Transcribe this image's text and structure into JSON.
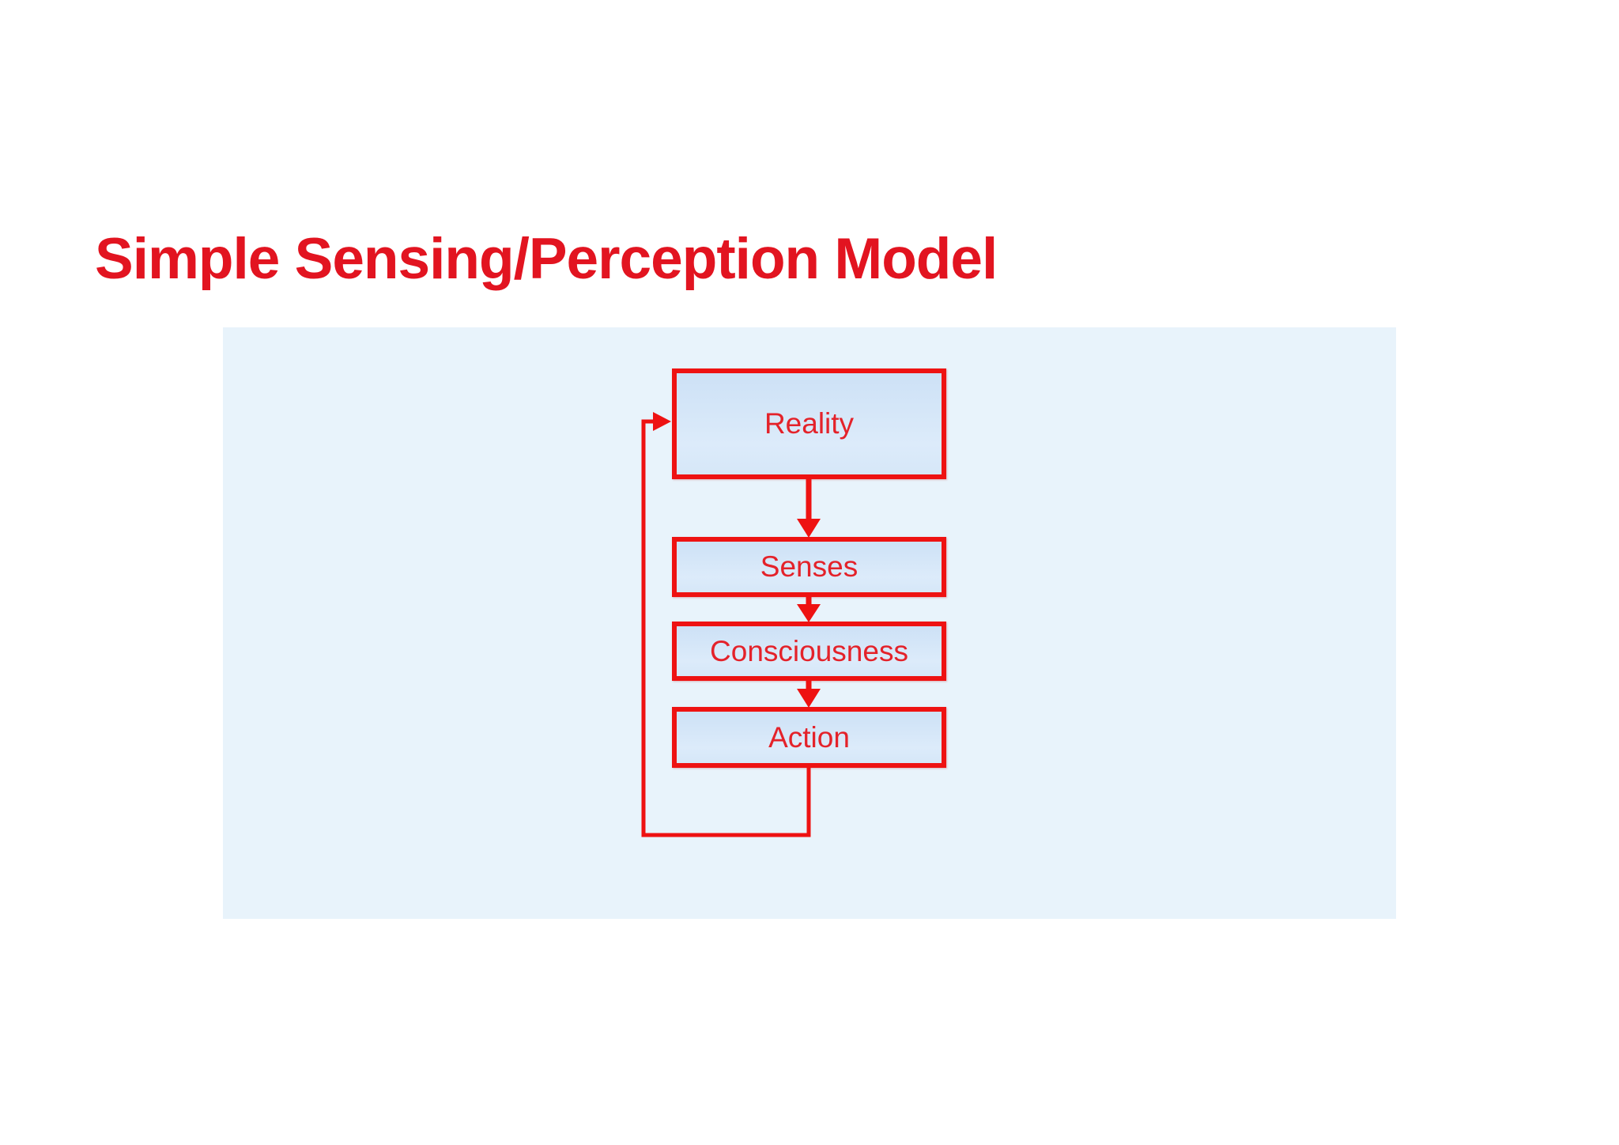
{
  "title": {
    "text": "Simple Sensing/Perception Model",
    "color": "#e21420"
  },
  "diagram": {
    "type": "flowchart",
    "panel_background": "#e8f3fb",
    "accent_color": "#ee1212",
    "node_fill": "#d5e6f8",
    "node_text_color": "#e4222a",
    "nodes": [
      {
        "id": "reality",
        "label": "Reality"
      },
      {
        "id": "senses",
        "label": "Senses"
      },
      {
        "id": "consciousness",
        "label": "Consciousness"
      },
      {
        "id": "action",
        "label": "Action"
      }
    ],
    "edges": [
      {
        "from": "reality",
        "to": "senses",
        "style": "arrow-down"
      },
      {
        "from": "senses",
        "to": "consciousness",
        "style": "arrow-down"
      },
      {
        "from": "consciousness",
        "to": "action",
        "style": "arrow-down"
      },
      {
        "from": "action",
        "to": "reality",
        "style": "feedback-loop-left"
      }
    ]
  }
}
